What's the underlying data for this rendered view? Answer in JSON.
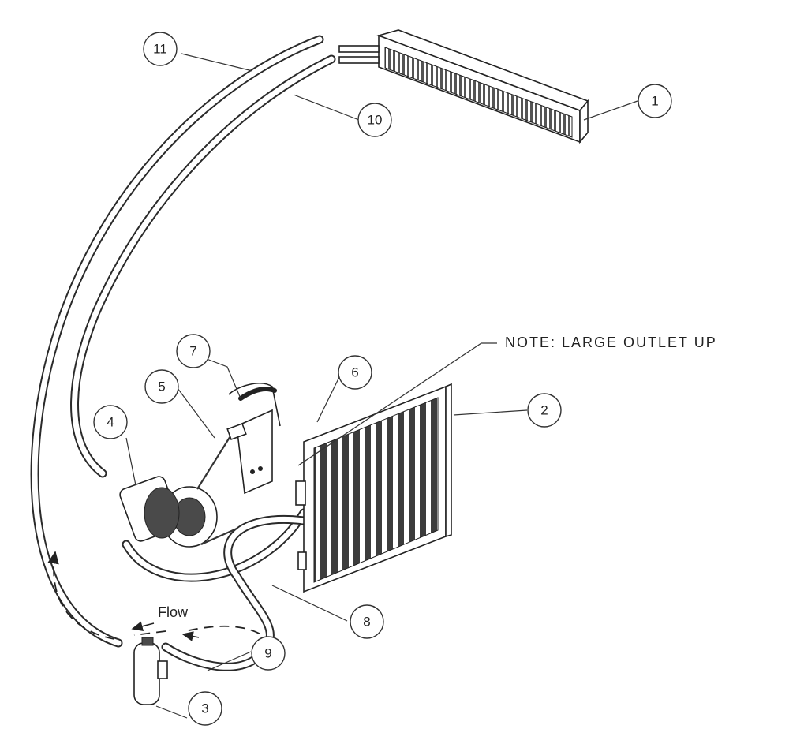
{
  "note": "NOTE: LARGE OUTLET UP",
  "flow_label": "Flow",
  "callouts": [
    "1",
    "2",
    "3",
    "4",
    "5",
    "6",
    "7",
    "8",
    "9",
    "10",
    "11"
  ],
  "colors": {
    "line": "#222222",
    "fin": "#4a4a4a",
    "background": "#ffffff"
  }
}
